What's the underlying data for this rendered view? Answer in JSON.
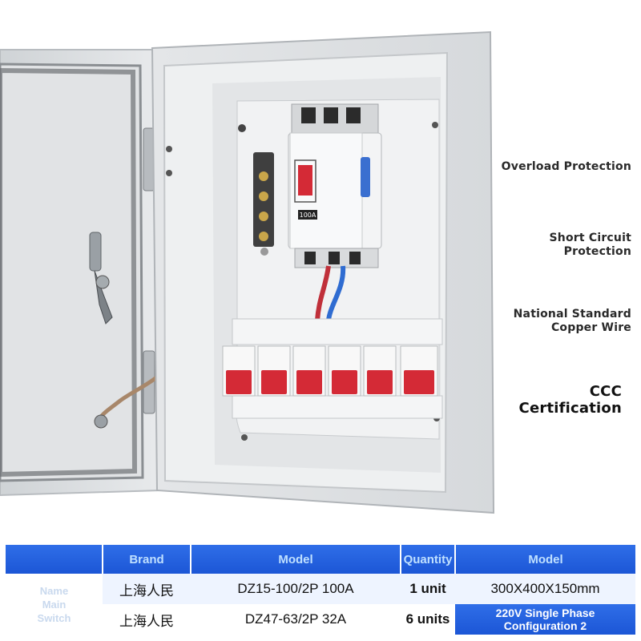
{
  "features": {
    "overload": "Overload Protection",
    "short_line1": "Short Circuit",
    "short_line2": "Protection",
    "wire_line1": "National Standard",
    "wire_line2": "Copper Wire",
    "ccc_line1": "CCC",
    "ccc_line2": "Certification"
  },
  "product": {
    "main_breaker_rating": "100A"
  },
  "spec_table": {
    "headers": {
      "brand": "Brand",
      "model": "Model",
      "quantity": "Quantity",
      "model2": "Model"
    },
    "row_labels": {
      "line1": "Name",
      "line2": "Main",
      "line3": "Switch"
    },
    "rows": [
      {
        "brand": "上海人民",
        "model": "DZ15-100/2P 100A",
        "quantity": "1 unit",
        "spec": "300X400X150mm"
      },
      {
        "brand": "上海人民",
        "model": "DZ47-63/2P 32A",
        "quantity": "6 units",
        "spec_line1": "220V Single Phase",
        "spec_line2": "Configuration 2"
      }
    ]
  },
  "colors": {
    "header_blue": "#2563e0",
    "cabinet_grey": "#dcdfe2",
    "breaker_red": "#d42a36"
  }
}
